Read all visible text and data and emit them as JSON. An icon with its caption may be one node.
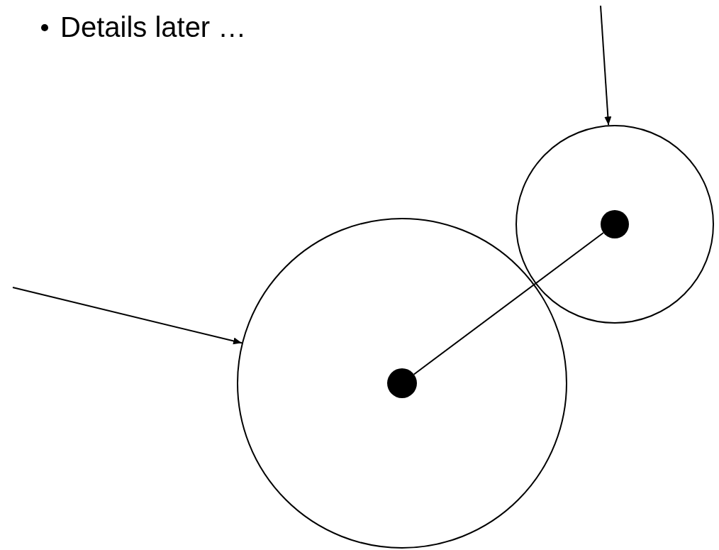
{
  "diagram": {
    "nodes": [
      {
        "text": [],
        "shape": "circle"
      },
      {
        "text": [],
        "shape": "dot",
        "in": 0
      },
      {
        "text": [],
        "shape": "circle"
      },
      {
        "text": [],
        "shape": "dot",
        "in": 2
      }
    ],
    "edges": [
      {
        "from": null,
        "to": 0,
        "arrow": "to"
      },
      {
        "from": null,
        "to": 2,
        "arrow": "to"
      },
      {
        "from": 1,
        "to": 3,
        "arrow": "none"
      }
    ],
    "labels": [
      "Details later …"
    ]
  }
}
